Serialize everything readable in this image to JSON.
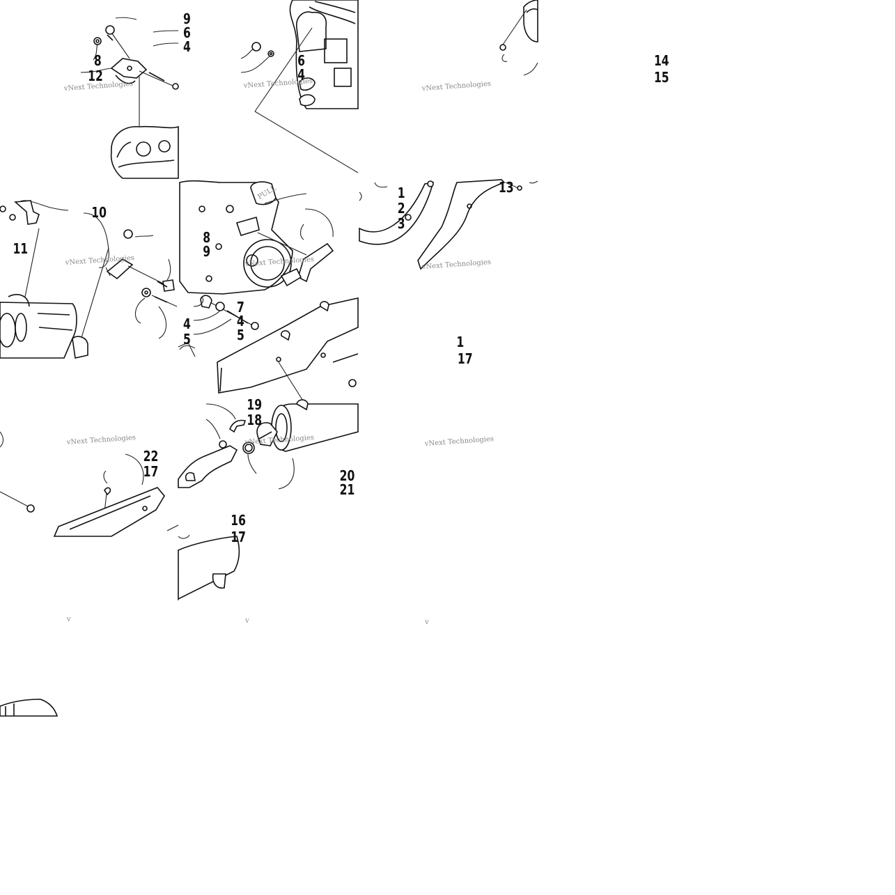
{
  "watermark": "vNext Technologies",
  "watermark_fragment": "v",
  "callouts": [
    {
      "id": "9",
      "text": "9"
    },
    {
      "id": "6",
      "text": "6"
    },
    {
      "id": "4",
      "text": "4"
    },
    {
      "id": "8",
      "text": "8"
    },
    {
      "id": "12",
      "text": "12"
    },
    {
      "id": "6b",
      "text": "6"
    },
    {
      "id": "4b",
      "text": "4"
    },
    {
      "id": "14",
      "text": "14"
    },
    {
      "id": "15",
      "text": "15"
    },
    {
      "id": "13",
      "text": "13"
    },
    {
      "id": "10",
      "text": "10"
    },
    {
      "id": "11",
      "text": "11"
    },
    {
      "id": "8b",
      "text": "8"
    },
    {
      "id": "9b",
      "text": "9"
    },
    {
      "id": "4c",
      "text": "4"
    },
    {
      "id": "5",
      "text": "5"
    },
    {
      "id": "1",
      "text": "1"
    },
    {
      "id": "2",
      "text": "2"
    },
    {
      "id": "3",
      "text": "3"
    },
    {
      "id": "7",
      "text": "7"
    },
    {
      "id": "4d",
      "text": "4"
    },
    {
      "id": "5b",
      "text": "5"
    },
    {
      "id": "16",
      "text": "1"
    },
    {
      "id": "17",
      "text": "17"
    },
    {
      "id": "19",
      "text": "19"
    },
    {
      "id": "18",
      "text": "18"
    },
    {
      "id": "20",
      "text": "20"
    },
    {
      "id": "21",
      "text": "21"
    },
    {
      "id": "22",
      "text": "22"
    },
    {
      "id": "17b",
      "text": "17"
    },
    {
      "id": "16b",
      "text": "16"
    },
    {
      "id": "17c",
      "text": "17"
    }
  ],
  "placard_text": "PULL"
}
